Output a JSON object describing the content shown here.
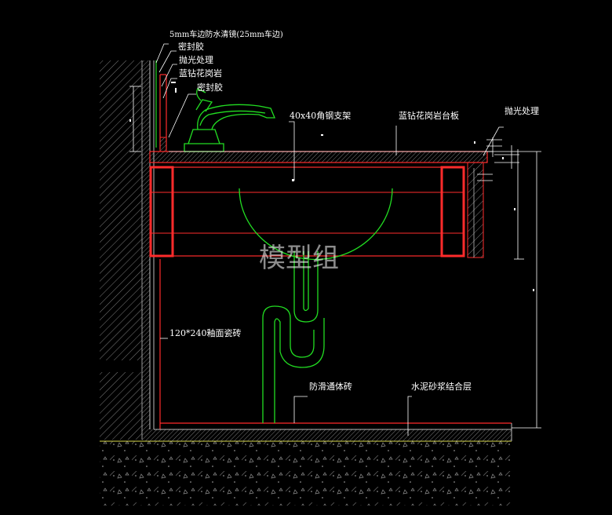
{
  "drawing": {
    "watermark": "模型组",
    "colors": {
      "background": "#000000",
      "section": "#ff2b2b",
      "fixture": "#22dd22",
      "leader": "#ffffff",
      "hatch": "#8a8a8a",
      "dimension": "#ffffff",
      "yellow": "#d8d84a"
    },
    "labels": {
      "mirror_edge": "5mm车边防水清镜(25mm车边)",
      "sealant_top": "密封胶",
      "polish_left": "抛光处理",
      "granite_left": "蓝钻花岗岩",
      "sealant_mid": "密封胶",
      "steel_frame": "40x40角钢支架",
      "granite_counter": "蓝钻花岗岩台板",
      "polish_right": "抛光处理",
      "wall_tile": "120*240釉面瓷砖",
      "floor_tile": "防滑通体砖",
      "mortar": "水泥砂浆结合层"
    }
  }
}
